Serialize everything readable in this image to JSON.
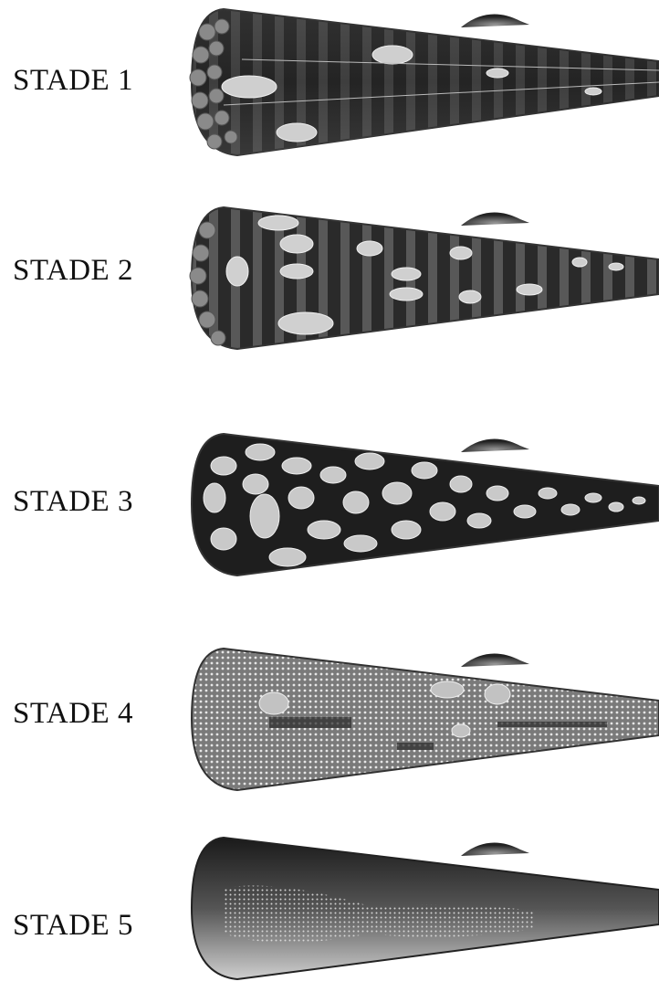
{
  "stages": [
    {
      "label": "STADE 1"
    },
    {
      "label": "STADE 2"
    },
    {
      "label": "STADE 3"
    },
    {
      "label": "STADE 4"
    },
    {
      "label": "STADE 5"
    }
  ]
}
